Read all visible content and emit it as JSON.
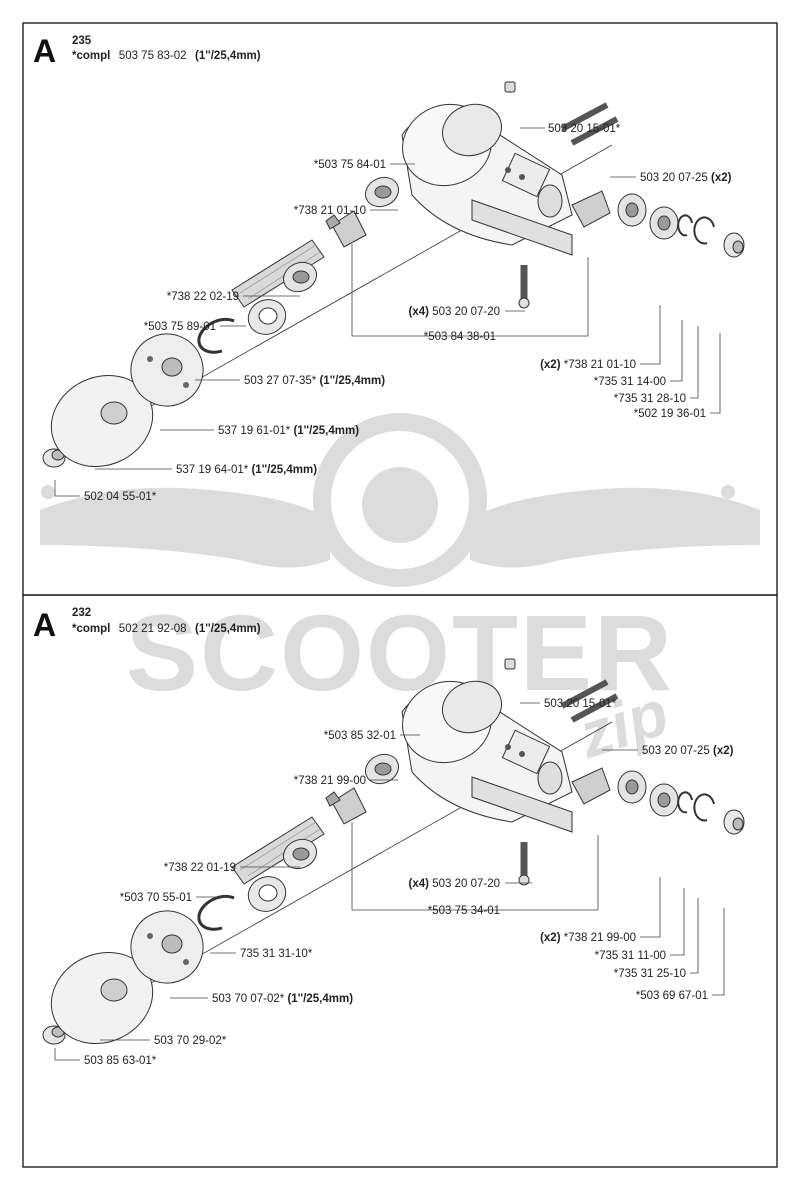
{
  "watermark": {
    "brand": "SCOOTER",
    "suffix": "zip"
  },
  "sections": [
    {
      "letter": "A",
      "model": "235",
      "compl_prefix": "*compl",
      "compl_number": "503 75 83-02",
      "compl_size": "(1''/25,4mm)",
      "parts": [
        {
          "id": "bolt-top",
          "number": "503 20 15-01*",
          "qty": "",
          "size": ""
        },
        {
          "id": "gear-housing",
          "number": "*503 75 84-01",
          "qty": "",
          "size": ""
        },
        {
          "id": "clamp-screws",
          "number": "503 20 07-25",
          "qty": "(x2)",
          "size": ""
        },
        {
          "id": "bearing-upper",
          "number": "*738 21 01-10",
          "qty": "",
          "size": ""
        },
        {
          "id": "output-shaft",
          "number": "*738 22 02-19",
          "qty": "",
          "size": ""
        },
        {
          "id": "housing-screws",
          "number": "503 20 07-20",
          "qty": "(x4)",
          "size": ""
        },
        {
          "id": "gear-set",
          "number": "*503 84 38-01",
          "qty": "",
          "size": ""
        },
        {
          "id": "seal-washer",
          "number": "*503 75 89-01",
          "qty": "",
          "size": ""
        },
        {
          "id": "bearings-input",
          "number": "*738 21 01-10",
          "qty": "(x2)",
          "size": ""
        },
        {
          "id": "circlip-a",
          "number": "*735 31 14-00",
          "qty": "",
          "size": ""
        },
        {
          "id": "circlip-b",
          "number": "*735 31 28-10",
          "qty": "",
          "size": ""
        },
        {
          "id": "end-cap",
          "number": "*502 19 36-01",
          "qty": "",
          "size": ""
        },
        {
          "id": "retaining-ring",
          "number": "503 27 07-35*",
          "qty": "",
          "size": "(1''/25,4mm)"
        },
        {
          "id": "drive-disc",
          "number": "537 19 61-01*",
          "qty": "",
          "size": "(1''/25,4mm)"
        },
        {
          "id": "support-cup",
          "number": "537 19 64-01*",
          "qty": "",
          "size": "(1''/25,4mm)"
        },
        {
          "id": "nut",
          "number": "502 04 55-01*",
          "qty": "",
          "size": ""
        }
      ]
    },
    {
      "letter": "A",
      "model": "232",
      "compl_prefix": "*compl",
      "compl_number": "502 21 92-08",
      "compl_size": "(1''/25,4mm)",
      "parts": [
        {
          "id": "bolt-top",
          "number": "503 20 15-01*",
          "qty": "",
          "size": ""
        },
        {
          "id": "gear-housing",
          "number": "*503 85 32-01",
          "qty": "",
          "size": ""
        },
        {
          "id": "clamp-screws",
          "number": "503 20 07-25",
          "qty": "(x2)",
          "size": ""
        },
        {
          "id": "bearing-upper",
          "number": "*738 21 99-00",
          "qty": "",
          "size": ""
        },
        {
          "id": "output-shaft",
          "number": "*738 22 01-19",
          "qty": "",
          "size": ""
        },
        {
          "id": "housing-screws",
          "number": "503 20 07-20",
          "qty": "(x4)",
          "size": ""
        },
        {
          "id": "seal-washer",
          "number": "*503 70 55-01",
          "qty": "",
          "size": ""
        },
        {
          "id": "gear-set",
          "number": "*503 75 34-01",
          "qty": "",
          "size": ""
        },
        {
          "id": "retaining-ring",
          "number": "735 31 31-10*",
          "qty": "",
          "size": ""
        },
        {
          "id": "bearings-input",
          "number": "*738 21 99-00",
          "qty": "(x2)",
          "size": ""
        },
        {
          "id": "circlip-a",
          "number": "*735 31 11-00",
          "qty": "",
          "size": ""
        },
        {
          "id": "circlip-b",
          "number": "*735 31 25-10",
          "qty": "",
          "size": ""
        },
        {
          "id": "drive-disc",
          "number": "503 70 07-02*",
          "qty": "",
          "size": "(1''/25,4mm)"
        },
        {
          "id": "end-cap",
          "number": "*503 69 67-01",
          "qty": "",
          "size": ""
        },
        {
          "id": "support-cup",
          "number": "503 70 29-02*",
          "qty": "",
          "size": ""
        },
        {
          "id": "nut",
          "number": "503 85 63-01*",
          "qty": "",
          "size": ""
        }
      ]
    }
  ]
}
